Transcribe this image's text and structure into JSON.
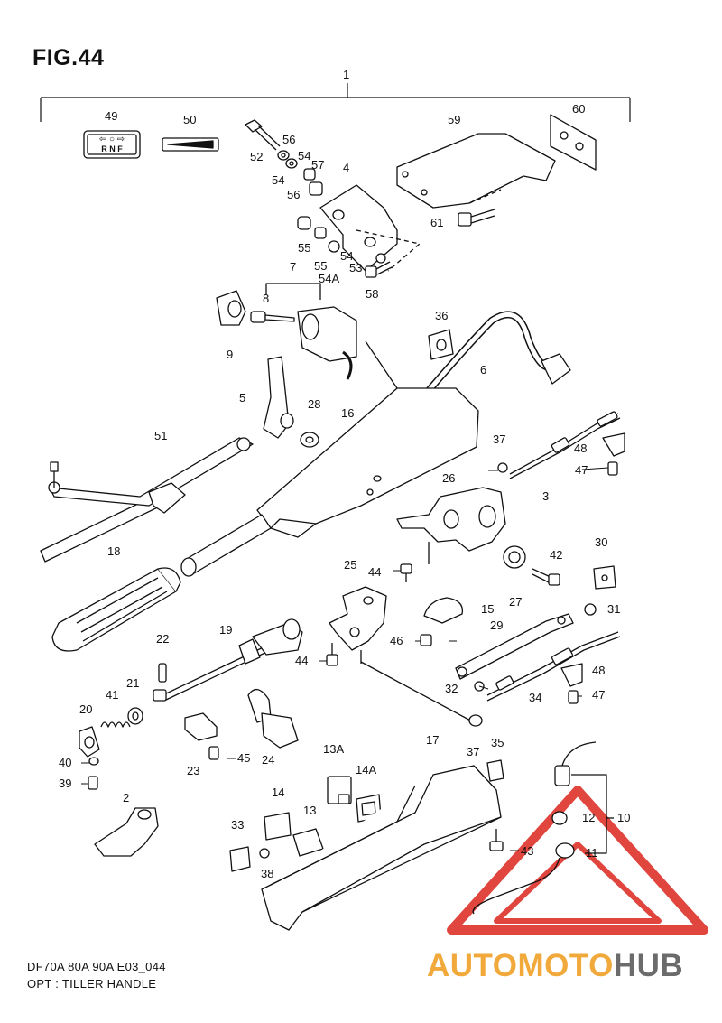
{
  "figure": {
    "title": "FIG.44",
    "footer_model": "DF70A 80A 90A E03_044",
    "footer_caption": "OPT : TILLER HANDLE"
  },
  "indicator_plate": {
    "arrows": "⇦ ○ ⇨",
    "letters": "R  N  F"
  },
  "watermark": {
    "brand_a": "AUTOMOTO",
    "brand_b": "HUB",
    "colors": {
      "triangle": "#e0453e",
      "brand_a": "#f2a93b",
      "brand_b": "#6b6b6b"
    }
  },
  "part_labels": [
    {
      "id": "1",
      "text": "1"
    },
    {
      "id": "49",
      "text": "49"
    },
    {
      "id": "50",
      "text": "50"
    },
    {
      "id": "59",
      "text": "59"
    },
    {
      "id": "60",
      "text": "60"
    },
    {
      "id": "52",
      "text": "52"
    },
    {
      "id": "56a",
      "text": "56"
    },
    {
      "id": "54a",
      "text": "54"
    },
    {
      "id": "54b",
      "text": "54"
    },
    {
      "id": "57",
      "text": "57"
    },
    {
      "id": "56b",
      "text": "56"
    },
    {
      "id": "4",
      "text": "4"
    },
    {
      "id": "61",
      "text": "61"
    },
    {
      "id": "55a",
      "text": "55"
    },
    {
      "id": "55b",
      "text": "55"
    },
    {
      "id": "54c",
      "text": "54"
    },
    {
      "id": "53",
      "text": "53"
    },
    {
      "id": "54A",
      "text": "54A"
    },
    {
      "id": "58",
      "text": "58"
    },
    {
      "id": "7",
      "text": "7"
    },
    {
      "id": "8",
      "text": "8"
    },
    {
      "id": "9",
      "text": "9"
    },
    {
      "id": "36",
      "text": "36"
    },
    {
      "id": "6",
      "text": "6"
    },
    {
      "id": "5",
      "text": "5"
    },
    {
      "id": "28",
      "text": "28"
    },
    {
      "id": "16",
      "text": "16"
    },
    {
      "id": "51",
      "text": "51"
    },
    {
      "id": "37a",
      "text": "37"
    },
    {
      "id": "48a",
      "text": "48"
    },
    {
      "id": "47a",
      "text": "47"
    },
    {
      "id": "3",
      "text": "3"
    },
    {
      "id": "26",
      "text": "26"
    },
    {
      "id": "18",
      "text": "18"
    },
    {
      "id": "44a",
      "text": "44"
    },
    {
      "id": "42",
      "text": "42"
    },
    {
      "id": "30",
      "text": "30"
    },
    {
      "id": "25",
      "text": "25"
    },
    {
      "id": "27",
      "text": "27"
    },
    {
      "id": "31",
      "text": "31"
    },
    {
      "id": "15",
      "text": "15"
    },
    {
      "id": "29",
      "text": "29"
    },
    {
      "id": "22",
      "text": "22"
    },
    {
      "id": "19",
      "text": "19"
    },
    {
      "id": "46",
      "text": "46"
    },
    {
      "id": "44b",
      "text": "44"
    },
    {
      "id": "48b",
      "text": "48"
    },
    {
      "id": "32",
      "text": "32"
    },
    {
      "id": "34",
      "text": "34"
    },
    {
      "id": "47b",
      "text": "47"
    },
    {
      "id": "21",
      "text": "21"
    },
    {
      "id": "41",
      "text": "41"
    },
    {
      "id": "20",
      "text": "20"
    },
    {
      "id": "37b",
      "text": "37"
    },
    {
      "id": "17",
      "text": "17"
    },
    {
      "id": "35",
      "text": "35"
    },
    {
      "id": "23",
      "text": "23"
    },
    {
      "id": "45",
      "text": "45"
    },
    {
      "id": "24",
      "text": "24"
    },
    {
      "id": "13A",
      "text": "13A"
    },
    {
      "id": "40",
      "text": "40"
    },
    {
      "id": "39",
      "text": "39"
    },
    {
      "id": "14A",
      "text": "14A"
    },
    {
      "id": "2",
      "text": "2"
    },
    {
      "id": "14",
      "text": "14"
    },
    {
      "id": "13",
      "text": "13"
    },
    {
      "id": "33",
      "text": "33"
    },
    {
      "id": "12",
      "text": "12"
    },
    {
      "id": "10",
      "text": "10"
    },
    {
      "id": "43",
      "text": "43"
    },
    {
      "id": "11",
      "text": "11"
    },
    {
      "id": "38",
      "text": "38"
    }
  ]
}
